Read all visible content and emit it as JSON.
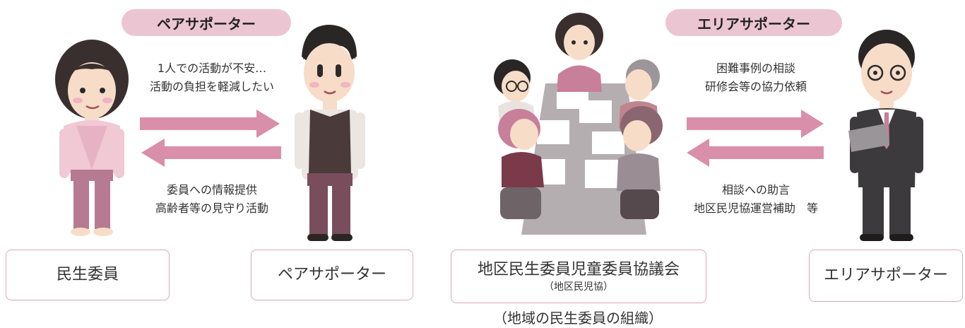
{
  "pair_section": {
    "tag": "ペアサポーター",
    "top_text": [
      "1人での活動が不安…",
      "活動の負担を軽減したい"
    ],
    "bottom_text": [
      "委員への情報提供",
      "高齢者等の見守り活動"
    ],
    "left_label": "民生委員",
    "right_label": "ペアサポーター"
  },
  "area_section": {
    "tag": "エリアサポーター",
    "top_text": [
      "困難事例の相談",
      "研修会等の協力依頼"
    ],
    "bottom_text": [
      "相談への助言",
      "地区民児協運営補助　等"
    ],
    "council_label": "地区民生委員児童委員協議会",
    "council_sub": "（地区民児協）",
    "council_caption": "（地域の民生委員の組織）",
    "right_label": "エリアサポーター"
  },
  "colors": {
    "pill": "#ebc5d2",
    "arrow": "#d98fa9",
    "box_border": "#d9a9bb",
    "hair": "#3a2f2f",
    "skin": "#f7dcc8",
    "suit": "#3c3a3c",
    "table": "#b5aeb1"
  }
}
